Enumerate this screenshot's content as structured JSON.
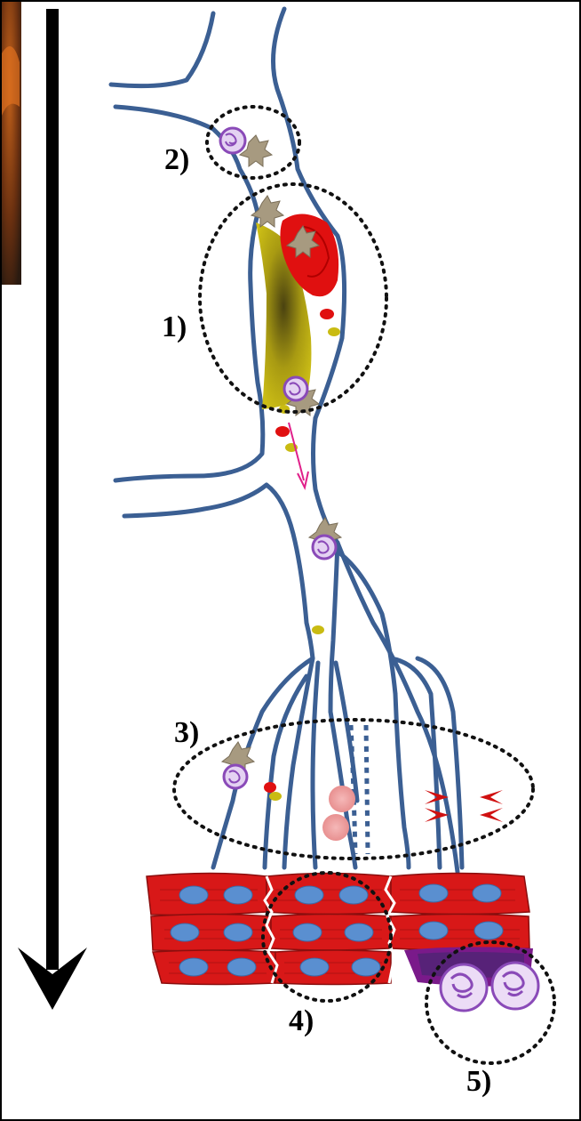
{
  "labels": {
    "l1": "1)",
    "l2": "2)",
    "l3": "3)",
    "l4": "4)",
    "l5": "5)"
  },
  "colors": {
    "vessel": "#3b5f93",
    "plaque": "#c9bb12",
    "thrombus": "#e01010",
    "platelet": "#a79a80",
    "neutrophil": "#9b5fc0",
    "myocyte": "#d81818",
    "nucleus": "#5a8fd0",
    "arrow": "#000000",
    "embolus_arrow": "#e0208a"
  },
  "icons": {
    "main_arrow": "down-arrow-icon",
    "embolus_arrow": "pink-arrow-icon",
    "spasm_marks": "vasoconstriction-icon"
  }
}
